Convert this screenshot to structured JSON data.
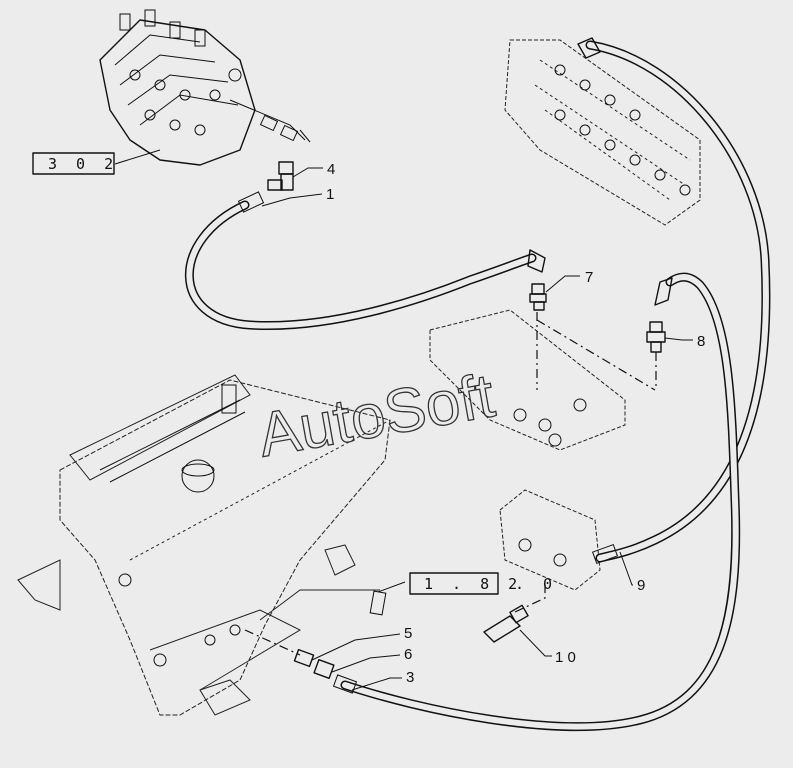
{
  "diagram": {
    "callouts": {
      "c1": "1",
      "c3": "3",
      "c4": "4",
      "c5": "5",
      "c6": "6",
      "c7": "7",
      "c8": "8",
      "c9": "9",
      "c10": "1 0"
    },
    "references": {
      "r302": "3 0 2",
      "r182_box": "1 . 8 2",
      "r182_suffix": ". 0"
    },
    "watermark": "AutoSoft"
  }
}
